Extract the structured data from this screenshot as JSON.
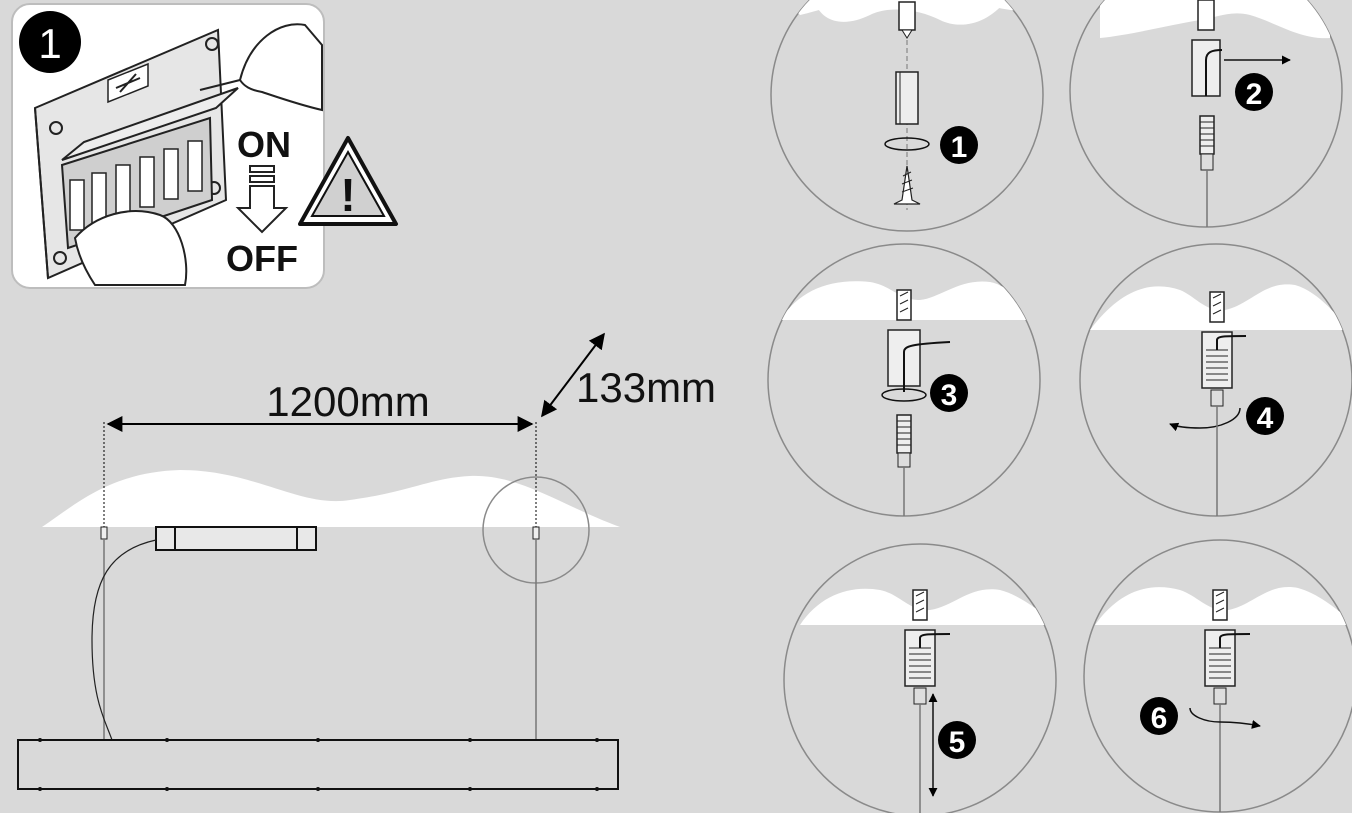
{
  "breaker_panel": {
    "step_number": "1",
    "state_on": "ON",
    "state_off": "OFF",
    "warning_symbol": "!",
    "icons": [
      "breaker-panel-icon",
      "hand-icon",
      "down-arrow-icon",
      "warning-triangle-icon"
    ]
  },
  "dimensions": {
    "length": "1200mm",
    "depth": "133mm"
  },
  "steps": [
    {
      "number": "1"
    },
    {
      "number": "2"
    },
    {
      "number": "3"
    },
    {
      "number": "4"
    },
    {
      "number": "5"
    },
    {
      "number": "6"
    }
  ],
  "colors": {
    "background": "#d9d9d9",
    "ceiling": "#ffffff",
    "line": "#000000",
    "circle_outline": "#8a8a8a",
    "badge": "#000000"
  }
}
